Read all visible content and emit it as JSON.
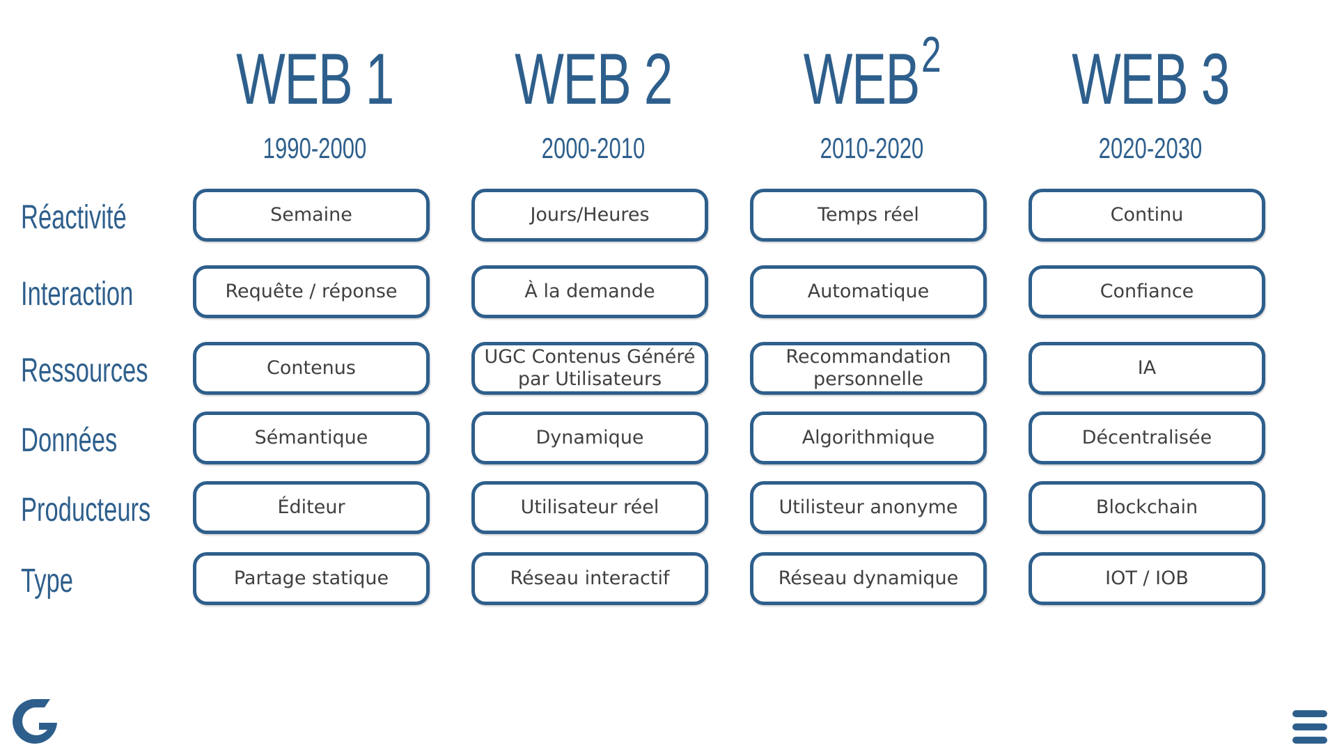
{
  "columns": [
    {
      "title": "WEB 1",
      "period": "1990-2000"
    },
    {
      "title": "WEB",
      "title_sup": "2",
      "period": "2000-2010"
    },
    {
      "title": "WEB",
      "title_sup": "2",
      "period": "2010-2020"
    },
    {
      "title": "WEB 3",
      "period": "2020-2030"
    }
  ],
  "rows": [
    {
      "label": "Réactivité",
      "cells": [
        "Semaine",
        "Jours/Heures",
        "Temps réel",
        "Continu"
      ]
    },
    {
      "label": "Interaction",
      "cells": [
        "Requête / réponse",
        "À la demande",
        "Automatique",
        "Confiance"
      ]
    },
    {
      "label": "Ressources",
      "cells": [
        "Contenus",
        "UGC Contenus Généré\npar Utilisateurs",
        "Recommandation\npersonnelle",
        "IA"
      ]
    },
    {
      "label": "Données",
      "cells": [
        "Sémantique",
        "Dynamique",
        "Algorithmique",
        "Décentralisée"
      ]
    },
    {
      "label": "Producteurs",
      "cells": [
        "Éditeur",
        "Utilisateur réel",
        "Utilisteur anonyme",
        "Blockchain"
      ]
    },
    {
      "label": "Type",
      "cells": [
        "Partage statique",
        "Réseau interactif",
        "Réseau dynamique",
        "IOT / IOB"
      ]
    }
  ],
  "colors": {
    "accent": "#2e5f8c",
    "cell_text": "#404040",
    "background": "#ffffff"
  },
  "icons": {
    "logo": "g-logo-icon",
    "menu": "hamburger-menu-icon"
  }
}
